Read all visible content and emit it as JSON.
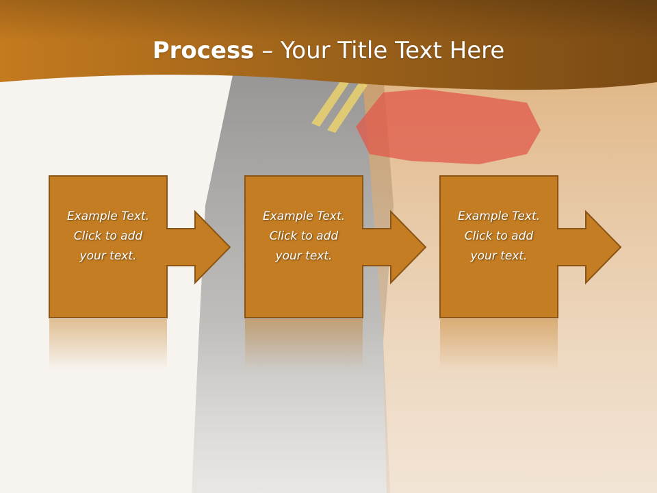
{
  "slide": {
    "title_bold": "Process",
    "title_rest": " – Your Title Text Here"
  },
  "steps": [
    {
      "text": "Example Text.\nClick  to add\nyour text."
    },
    {
      "text": "Example Text.\nClick  to add\nyour text."
    },
    {
      "text": "Example Text.\nClick  to add\nyour text."
    }
  ],
  "colors": {
    "header": "#b8751c",
    "box_fill": "#c47d22",
    "box_border": "#8a5414",
    "background": "#f7f4f0"
  }
}
